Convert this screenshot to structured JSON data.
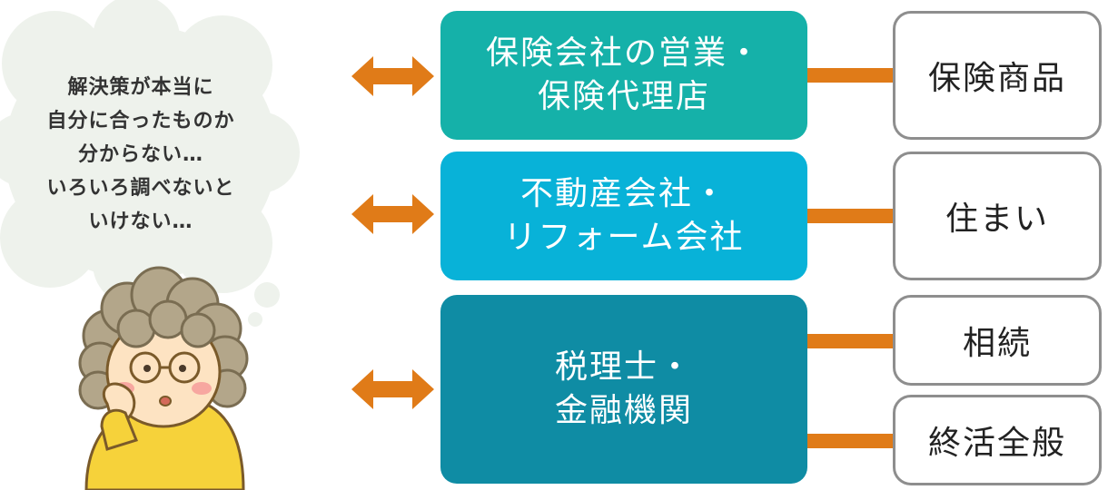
{
  "speech_bubble": {
    "lines": [
      "解決策が本当に",
      "自分に合ったものか",
      "分からない…",
      "いろいろ調べないと",
      "いけない…"
    ]
  },
  "advisors": [
    {
      "lines": [
        "保険会社の営業・",
        "保険代理店"
      ],
      "color": "#15b1a9"
    },
    {
      "lines": [
        "不動産会社・",
        "リフォーム会社"
      ],
      "color": "#08b2d8"
    },
    {
      "lines": [
        "税理士・",
        "金融機関"
      ],
      "color": "#0f8ca4"
    }
  ],
  "topics": [
    "保険商品",
    "住まい",
    "相続",
    "終活全般"
  ],
  "colors": {
    "arrow": "#e07b18",
    "tag_border": "#8e8e8e",
    "bubble": "#eef2ec"
  }
}
